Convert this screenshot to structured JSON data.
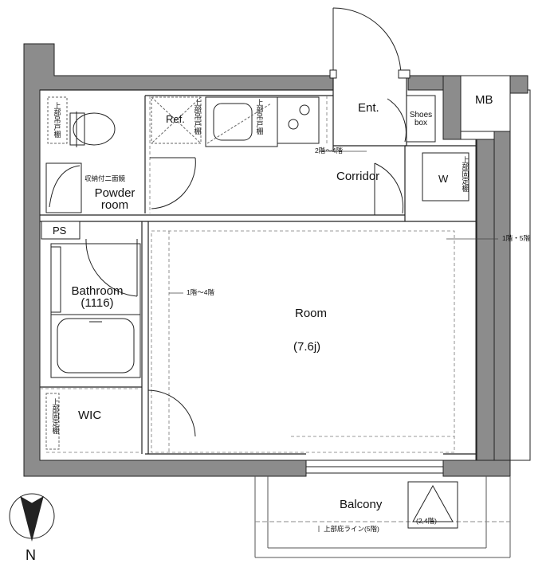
{
  "rooms": {
    "mb": "MB",
    "ent": "Ent.",
    "shoes_box": [
      "Shoes",
      "box"
    ],
    "corridor": "Corridor",
    "powder_room": [
      "Powder",
      "room"
    ],
    "ps": "PS",
    "bathroom": [
      "Bathroom",
      "(1116)"
    ],
    "room": "Room",
    "room_size": "(7.6j)",
    "wic": "WIC",
    "balcony": "Balcony",
    "ref": "Ref.",
    "w": "W"
  },
  "notes": {
    "upper_hanging_cabinet": "上部吊戸棚",
    "upper_fixed_shelf": "上部固定棚",
    "storage_double_mirror": "収納付二面鏡",
    "floors_2_4": "2階～4階",
    "floors_1_4": "1階～4階",
    "floors_1_5": "1階・5階",
    "eaves_line": "上部庇ライン(5階)",
    "floors_2_4_balcony": "(2,4階)"
  },
  "compass": {
    "label": "N"
  },
  "colors": {
    "wall": "#8c8c8c",
    "line": "#222222",
    "dash": "#777777"
  }
}
